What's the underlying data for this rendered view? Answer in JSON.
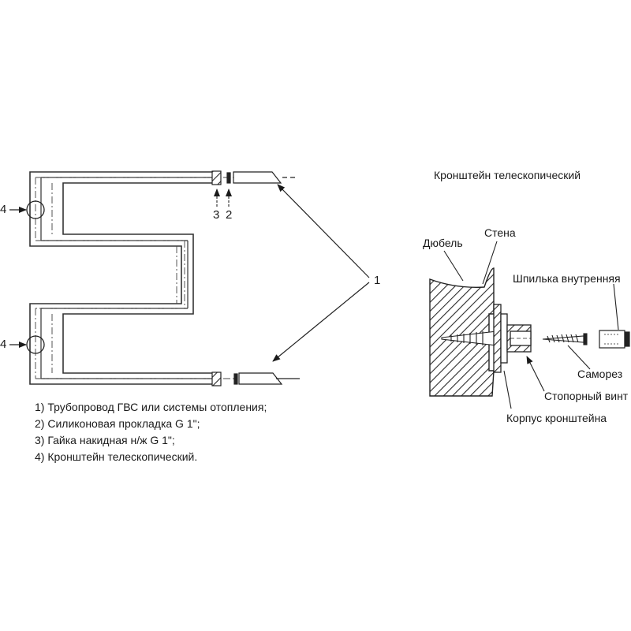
{
  "left_diagram": {
    "callouts": {
      "bracket_top": "4",
      "bracket_bottom": "4",
      "nut": "3",
      "gasket": "2",
      "pipeline": "1"
    },
    "legend": [
      "1) Трубопровод ГВС или системы отопления;",
      "2) Силиконовая прокладка G 1\";",
      "3) Гайка накидная н/ж G 1\";",
      "4) Кронштейн телескопический."
    ]
  },
  "right_diagram": {
    "title": "Кронштейн телескопический",
    "labels": {
      "dowel": "Дюбель",
      "wall": "Стена",
      "stud": "Шпилька внутренняя",
      "screw": "Саморез",
      "set_screw": "Стопорный винт",
      "body": "Корпус кронштейна"
    }
  }
}
